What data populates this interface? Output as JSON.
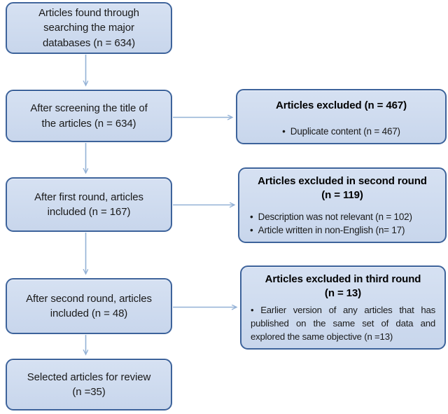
{
  "diagram": {
    "type": "flowchart",
    "description_colors": {
      "box_fill": "#ccd9ec",
      "box_border": "#3d639b",
      "arrow": "#93b1d6",
      "text": "#1a1a1a"
    },
    "left_boxes": [
      {
        "text": "Articles found through\nsearching the major\ndatabases (n = 634)"
      },
      {
        "text": "After screening the title of\nthe articles (n = 634)"
      },
      {
        "text": "After first round,  articles\nincluded (n = 167)"
      },
      {
        "text": "After second round, articles\nincluded (n = 48)"
      },
      {
        "text": "Selected articles for review\n(n =35)"
      }
    ],
    "right_boxes": [
      {
        "title": "Articles excluded (n =  467)",
        "bullets": [
          "Duplicate content (n = 467)"
        ]
      },
      {
        "title": "Articles excluded in second round\n(n =  119)",
        "bullets": [
          "Description was not relevant (n = 102)",
          "Article written in non-English (n= 17)"
        ]
      },
      {
        "title": "Articles excluded in third round\n(n =  13)",
        "bullets": [
          "Earlier version of any articles that has published on the same set of data and explored the same objective  (n =13)"
        ]
      }
    ]
  }
}
